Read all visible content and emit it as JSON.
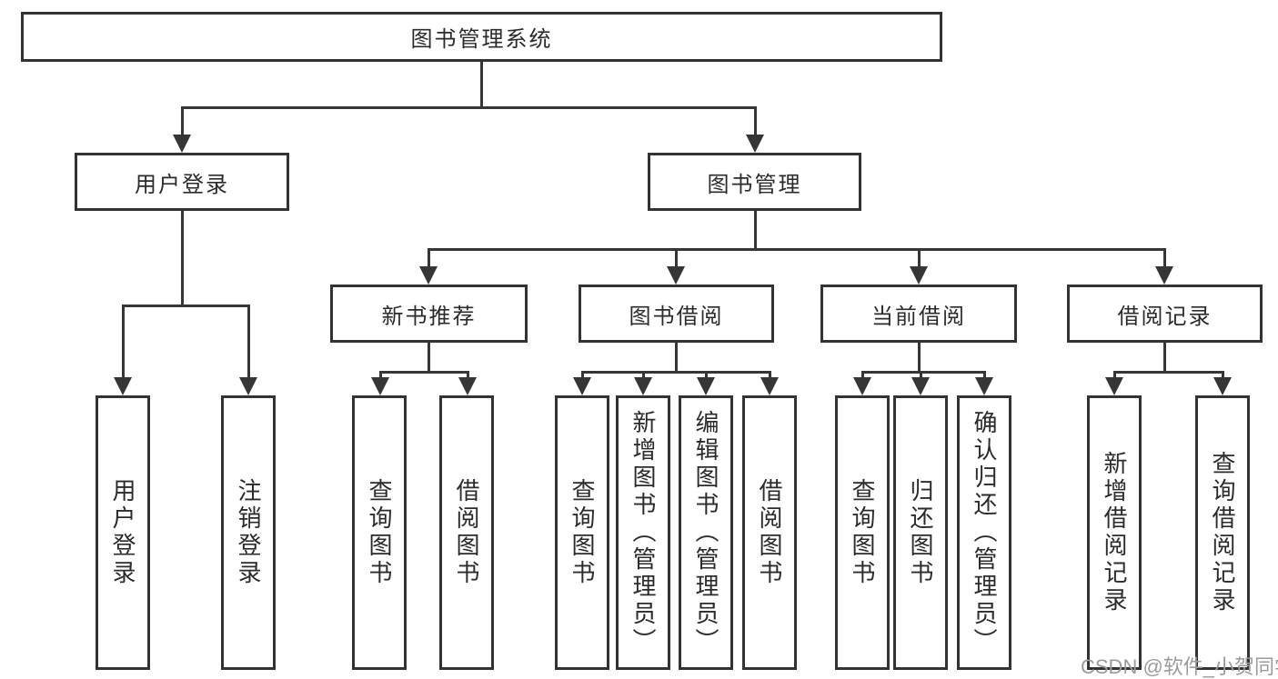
{
  "diagram": {
    "root": {
      "label": "图书管理系统",
      "children": [
        {
          "label": "用户登录",
          "children": [
            {
              "label": "用户登录"
            },
            {
              "label": "注销登录"
            }
          ]
        },
        {
          "label": "图书管理",
          "children": [
            {
              "label": "新书推荐",
              "children": [
                {
                  "label": "查询图书"
                },
                {
                  "label": "借阅图书"
                }
              ]
            },
            {
              "label": "图书借阅",
              "children": [
                {
                  "label": "查询图书"
                },
                {
                  "label": "新增图书（管理员）"
                },
                {
                  "label": "编辑图书（管理员）"
                },
                {
                  "label": "借阅图书"
                }
              ]
            },
            {
              "label": "当前借阅",
              "children": [
                {
                  "label": "查询图书"
                },
                {
                  "label": "归还图书"
                },
                {
                  "label": "确认归还（管理员）"
                }
              ]
            },
            {
              "label": "借阅记录",
              "children": [
                {
                  "label": "新增借阅记录"
                },
                {
                  "label": "查询借阅记录"
                }
              ]
            }
          ]
        }
      ]
    }
  },
  "watermark": {
    "text": "CSDN @软件_小贺同学"
  },
  "colors": {
    "line": "#363636",
    "box_border": "#333333",
    "text": "#2b2b2b",
    "watermark": "#9b9b9b",
    "background": "#ffffff"
  }
}
